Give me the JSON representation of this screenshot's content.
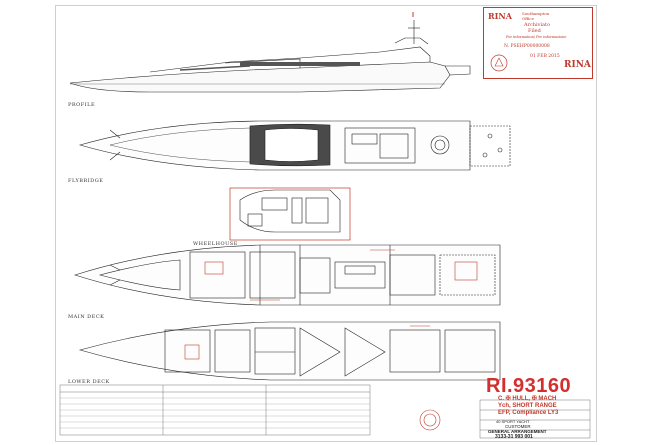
{
  "stamp": {
    "org": "RINA",
    "office": "Southampton Office",
    "status_line1": "Archiviato",
    "status_line2": "Filed",
    "note": "For information/ Per informazione",
    "ref": "N. PSEHP00000008",
    "date": "01 FEB 2015",
    "logo_text": "RINA"
  },
  "labels": {
    "profile": "PROFILE",
    "flybridge": "FLYBRIDGE",
    "wheelhouse": "WHEELHOUSE",
    "main_deck": "MAIN DECK",
    "lower_deck": "LOWER DECK"
  },
  "approval": {
    "number": "RI.93160",
    "line1": "C. ✠  HULL,  ✠ MACH",
    "line2": "Y⁠ch,   SHORT RANGE",
    "line3": "EFP, Compliance LY3"
  },
  "title_block": {
    "vessel": "40 SPORT YACHT",
    "owner": "CUSTOMER",
    "drawing": "GENERAL ARRANGEMENT",
    "number": "3133-31 993 001"
  },
  "colors": {
    "line": "#222222",
    "red": "#c0392b",
    "hull_dark": "#555555"
  }
}
